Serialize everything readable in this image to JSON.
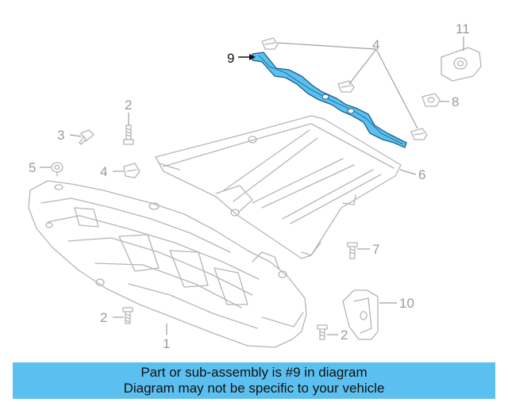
{
  "callouts": {
    "c1": "1",
    "c2a": "2",
    "c2b": "2",
    "c2c": "2",
    "c3": "3",
    "c4a": "4",
    "c4b": "4",
    "c5": "5",
    "c6": "6",
    "c7": "7",
    "c8": "8",
    "c9": "9",
    "c10": "10",
    "c11": "11"
  },
  "banner": {
    "line1": "Part or sub-assembly is #9 in diagram",
    "line2": "Diagram may not be specific to your vehicle"
  },
  "colors": {
    "highlight": "#5bc0f0",
    "line_art": "#b5b5b5",
    "callout_text": "#9a9a9a"
  }
}
